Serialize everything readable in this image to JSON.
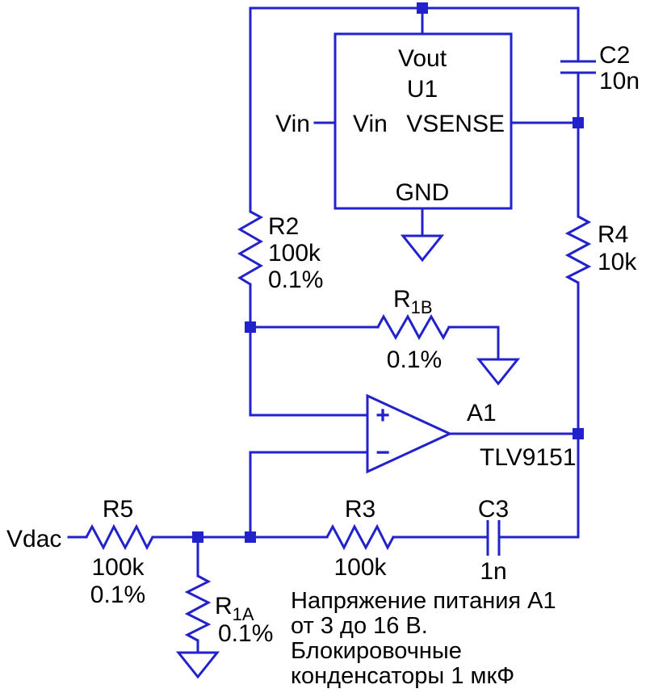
{
  "colors": {
    "wire": "#2222CC",
    "text": "#000000",
    "background": "#FFFFFF"
  },
  "nets": {
    "vin": "Vin",
    "vdac": "Vdac"
  },
  "components": {
    "u1": {
      "ref": "U1",
      "pins": {
        "vout": "Vout",
        "vin": "Vin",
        "vsense": "VSENSE",
        "gnd": "GND"
      }
    },
    "c2": {
      "ref": "C2",
      "value": "10n"
    },
    "r4": {
      "ref": "R4",
      "value": "10k"
    },
    "r2": {
      "ref": "R2",
      "value": "100k",
      "tolerance": "0.1%"
    },
    "r1b": {
      "ref": "R",
      "sub": "1B",
      "tolerance": "0.1%"
    },
    "a1": {
      "ref": "A1",
      "part": "TLV9151",
      "plus": "+",
      "minus": "−"
    },
    "r5": {
      "ref": "R5",
      "value": "100k",
      "tolerance": "0.1%"
    },
    "r3": {
      "ref": "R3",
      "value": "100k"
    },
    "c3": {
      "ref": "C3",
      "value": "1n"
    },
    "r1a": {
      "ref": "R",
      "sub": "1A",
      "tolerance": "0.1%"
    }
  },
  "note": {
    "line1": "Напряжение питания A1",
    "line2": "от 3 до 16 В.",
    "line3": "Блокировочные",
    "line4": "конденсаторы 1 мкФ"
  }
}
